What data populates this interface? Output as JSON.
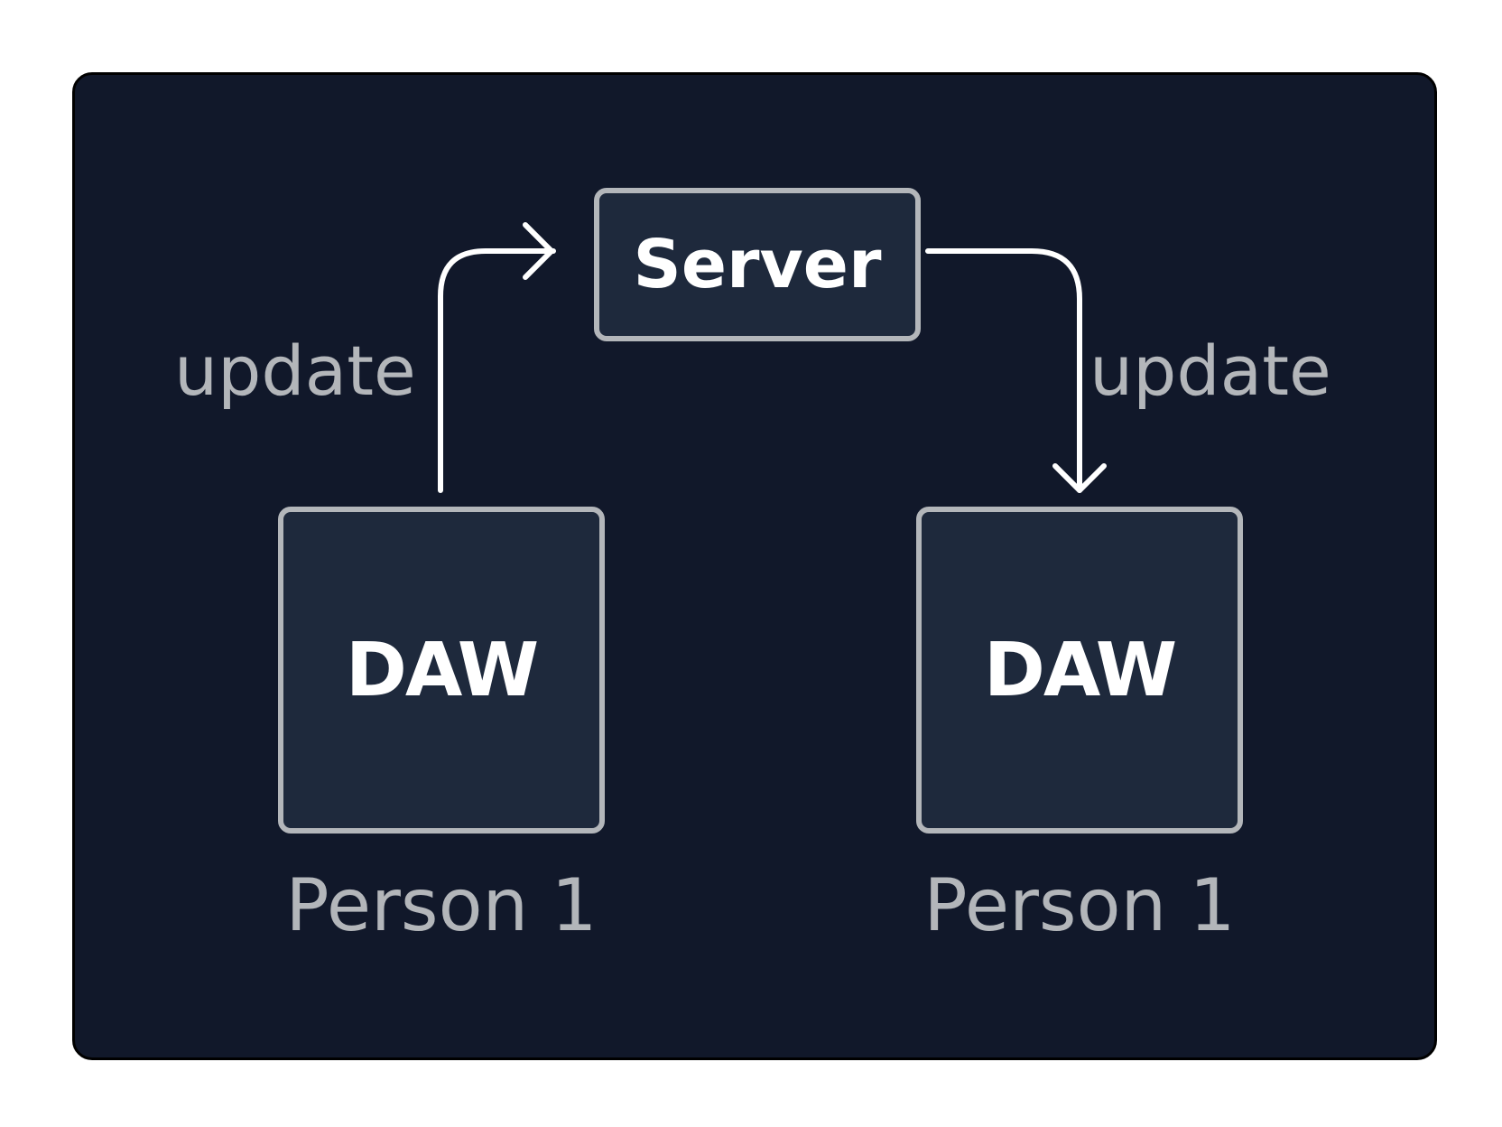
{
  "diagram": {
    "nodes": {
      "server": {
        "label": "Server"
      },
      "daw_left": {
        "label": "DAW",
        "caption": "Person 1"
      },
      "daw_right": {
        "label": "DAW",
        "caption": "Person 1"
      }
    },
    "edges": {
      "left": {
        "label": "update",
        "from": "daw_left",
        "to": "server"
      },
      "right": {
        "label": "update",
        "from": "server",
        "to": "daw_right"
      }
    },
    "colors": {
      "background": "#11182a",
      "node_fill": "#1e293c",
      "node_border": "#b3b6ba",
      "text_primary": "#ffffff",
      "text_secondary": "#b3b6ba",
      "edge": "#ffffff"
    }
  }
}
